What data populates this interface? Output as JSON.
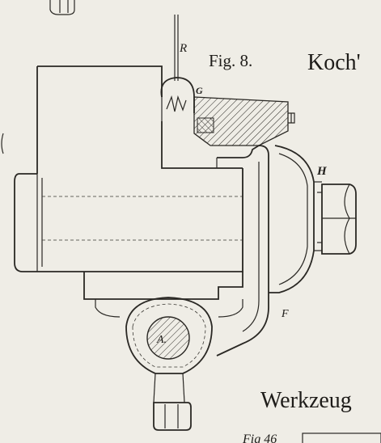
{
  "figure": {
    "label": "Fig. 8.",
    "heading_fragment": "Koch'",
    "bottom_heading_fragment": "Werkzeug",
    "bottom_caption_fragment": "Fig 46"
  },
  "part_labels": {
    "R": "R",
    "G": "G",
    "H": "H",
    "F": "F",
    "A": "A."
  }
}
